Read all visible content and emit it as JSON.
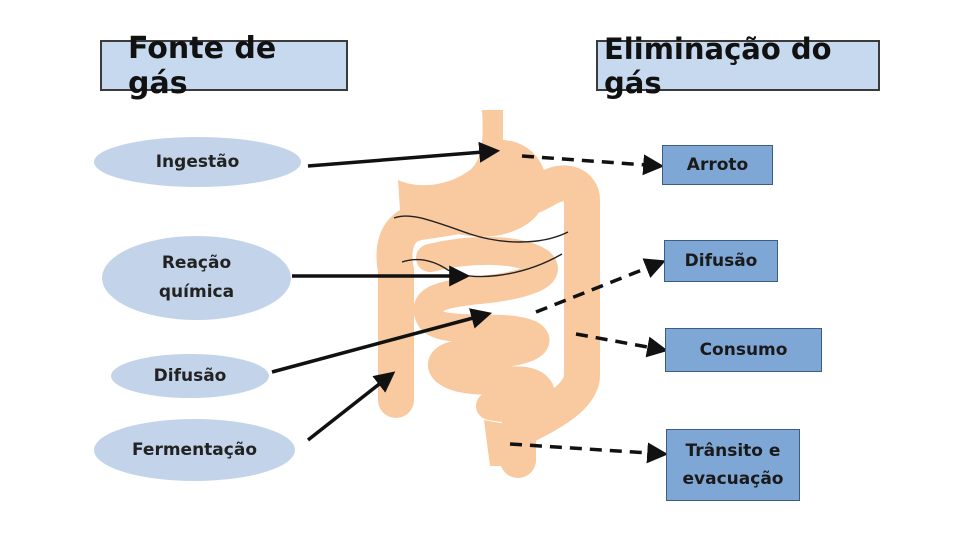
{
  "headers": {
    "source": "Fonte de gás",
    "elimination": "Eliminação do gás"
  },
  "sources": [
    {
      "id": "ingestao",
      "label": "Ingestão"
    },
    {
      "id": "reacao",
      "lines": [
        "Reação",
        "química"
      ]
    },
    {
      "id": "difusao",
      "label": "Difusão"
    },
    {
      "id": "fermentacao",
      "label": "Fermentação"
    }
  ],
  "eliminations": [
    {
      "id": "arroto",
      "label": "Arroto"
    },
    {
      "id": "difusao",
      "label": "Difusão"
    },
    {
      "id": "consumo",
      "label": "Consumo"
    },
    {
      "id": "transito",
      "lines": [
        "Trânsito e",
        "evacuação"
      ]
    }
  ],
  "colors": {
    "gut": "#f9c9a0",
    "oval": "#c3d4ea",
    "box": "#7fa7d6",
    "header": "#c7d9ef",
    "arrow": "#111111"
  }
}
